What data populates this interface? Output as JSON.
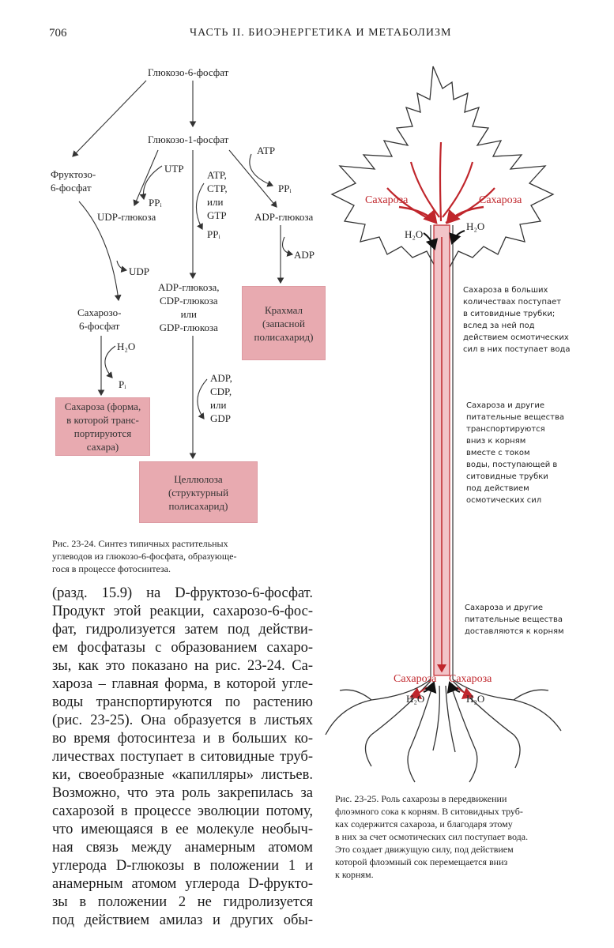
{
  "header": {
    "page_number": "706",
    "running_title": "ЧАСТЬ II. БИОЭНЕРГЕТИКА И МЕТАБОЛИЗМ"
  },
  "scheme": {
    "g6p": "Глюкозо-6-фосфат",
    "g1p": "Глюкозо-1-фосфат",
    "f6p": [
      "Фруктозо-",
      "6-фосфат"
    ],
    "utp": "UTP",
    "ppi_a": "PPᵢ",
    "udp_glucose": "UDP-глюкоза",
    "udp": "UDP",
    "s6p": [
      "Сахарозо-",
      "6-фосфат"
    ],
    "h2o": "H₂O",
    "pi": "Pᵢ",
    "sucrose_box": [
      "Сахароза (форма,",
      "в которой транс-",
      "портируются",
      "сахара)"
    ],
    "ntp": [
      "ATP,",
      "CTP,",
      "или",
      "GTP"
    ],
    "ppi_b": "PPᵢ",
    "ndp_glucose": [
      "ADP-глюкоза,",
      "CDP-глюкоза",
      "или",
      "GDP-глюкоза"
    ],
    "ndp": [
      "ADP,",
      "CDP,",
      "или",
      "GDP"
    ],
    "cellulose_box": [
      "Целлюлоза",
      "(структурный",
      "полисахарид)"
    ],
    "atp": "ATP",
    "ppi_c": "PPᵢ",
    "adp_glucose": "ADP-глюкоза",
    "adp": "ADP",
    "starch_box": [
      "Крахмал",
      "(запасной",
      "полисахарид)"
    ]
  },
  "caption_left": [
    "Рис. 23-24. Синтез типичных растительных",
    "углеводов из глюкозо-6-фосфата, образующе-",
    "гося в процессе фотосинтеза."
  ],
  "body_lines": [
    "(разд. 15.9) на D-фруктозо-6-фосфат.",
    "Продукт этой реакции, сахарозо-6-фос-",
    "фат, гидролизуется затем под действи-",
    "ем фосфатазы с образованием сахаро-",
    "зы, как это показано на рис. 23-24. Са-",
    "хароза – главная форма, в которой угле-",
    "воды транспортируются по растению",
    "(рис. 23-25). Она образуется в листьях",
    "во время фотосинтеза и в больших ко-",
    "личествах поступает в ситовидные труб-",
    "ки, своеобразные «капилляры» листьев.",
    "Возможно, что эта роль закрепилась за",
    "сахарозой в процессе эволюции потому,",
    "что имеющаяся в ее молекуле необыч-",
    "ная связь между анамерным атомом",
    "углерода D-глюкозы в положении 1 и",
    "анамерным атомом углерода D-фрукто-",
    "зы в положении 2 не гидролизуется",
    "под действием амилаз и других обы-"
  ],
  "tree": {
    "sucrose_left": "Сахароза",
    "sucrose_right": "Сахароза",
    "h2o_left": "H₂O",
    "h2o_right": "H₂O",
    "note1": [
      "Сахароза в больших",
      "количествах поступает",
      "в ситовидные трубки;",
      "вслед за ней под",
      "действием осмотических",
      "сил в них поступает вода"
    ],
    "note2": [
      "Сахароза и другие",
      "питательные вещества",
      "транспортируются",
      "вниз к корням",
      "вместе с током",
      "воды, поступающей в",
      "ситовидные трубки",
      "под действием",
      "осмотических сил"
    ],
    "note3": [
      "Сахароза и другие",
      "питательные вещества",
      "доставляются к корням"
    ],
    "root_sucrose_left": "Сахароза",
    "root_sucrose_right": "Сахароза",
    "root_h2o_left": "H₂O",
    "root_h2o_right": "H₂O"
  },
  "caption_right": [
    "Рис. 23-25. Роль сахарозы в передвижении",
    "флоэмного сока к корням. В ситовидных труб-",
    "ках содержится сахароза, и благодаря этому",
    "в них за счет осмотических сил поступает вода.",
    "Это создает движущую силу, под действием",
    "которой флоэмный сок перемещается вниз",
    "к корням."
  ],
  "colors": {
    "highlight_box": "#e8aab0",
    "red": "#c0262c",
    "phloem": "#f2c4c8"
  }
}
